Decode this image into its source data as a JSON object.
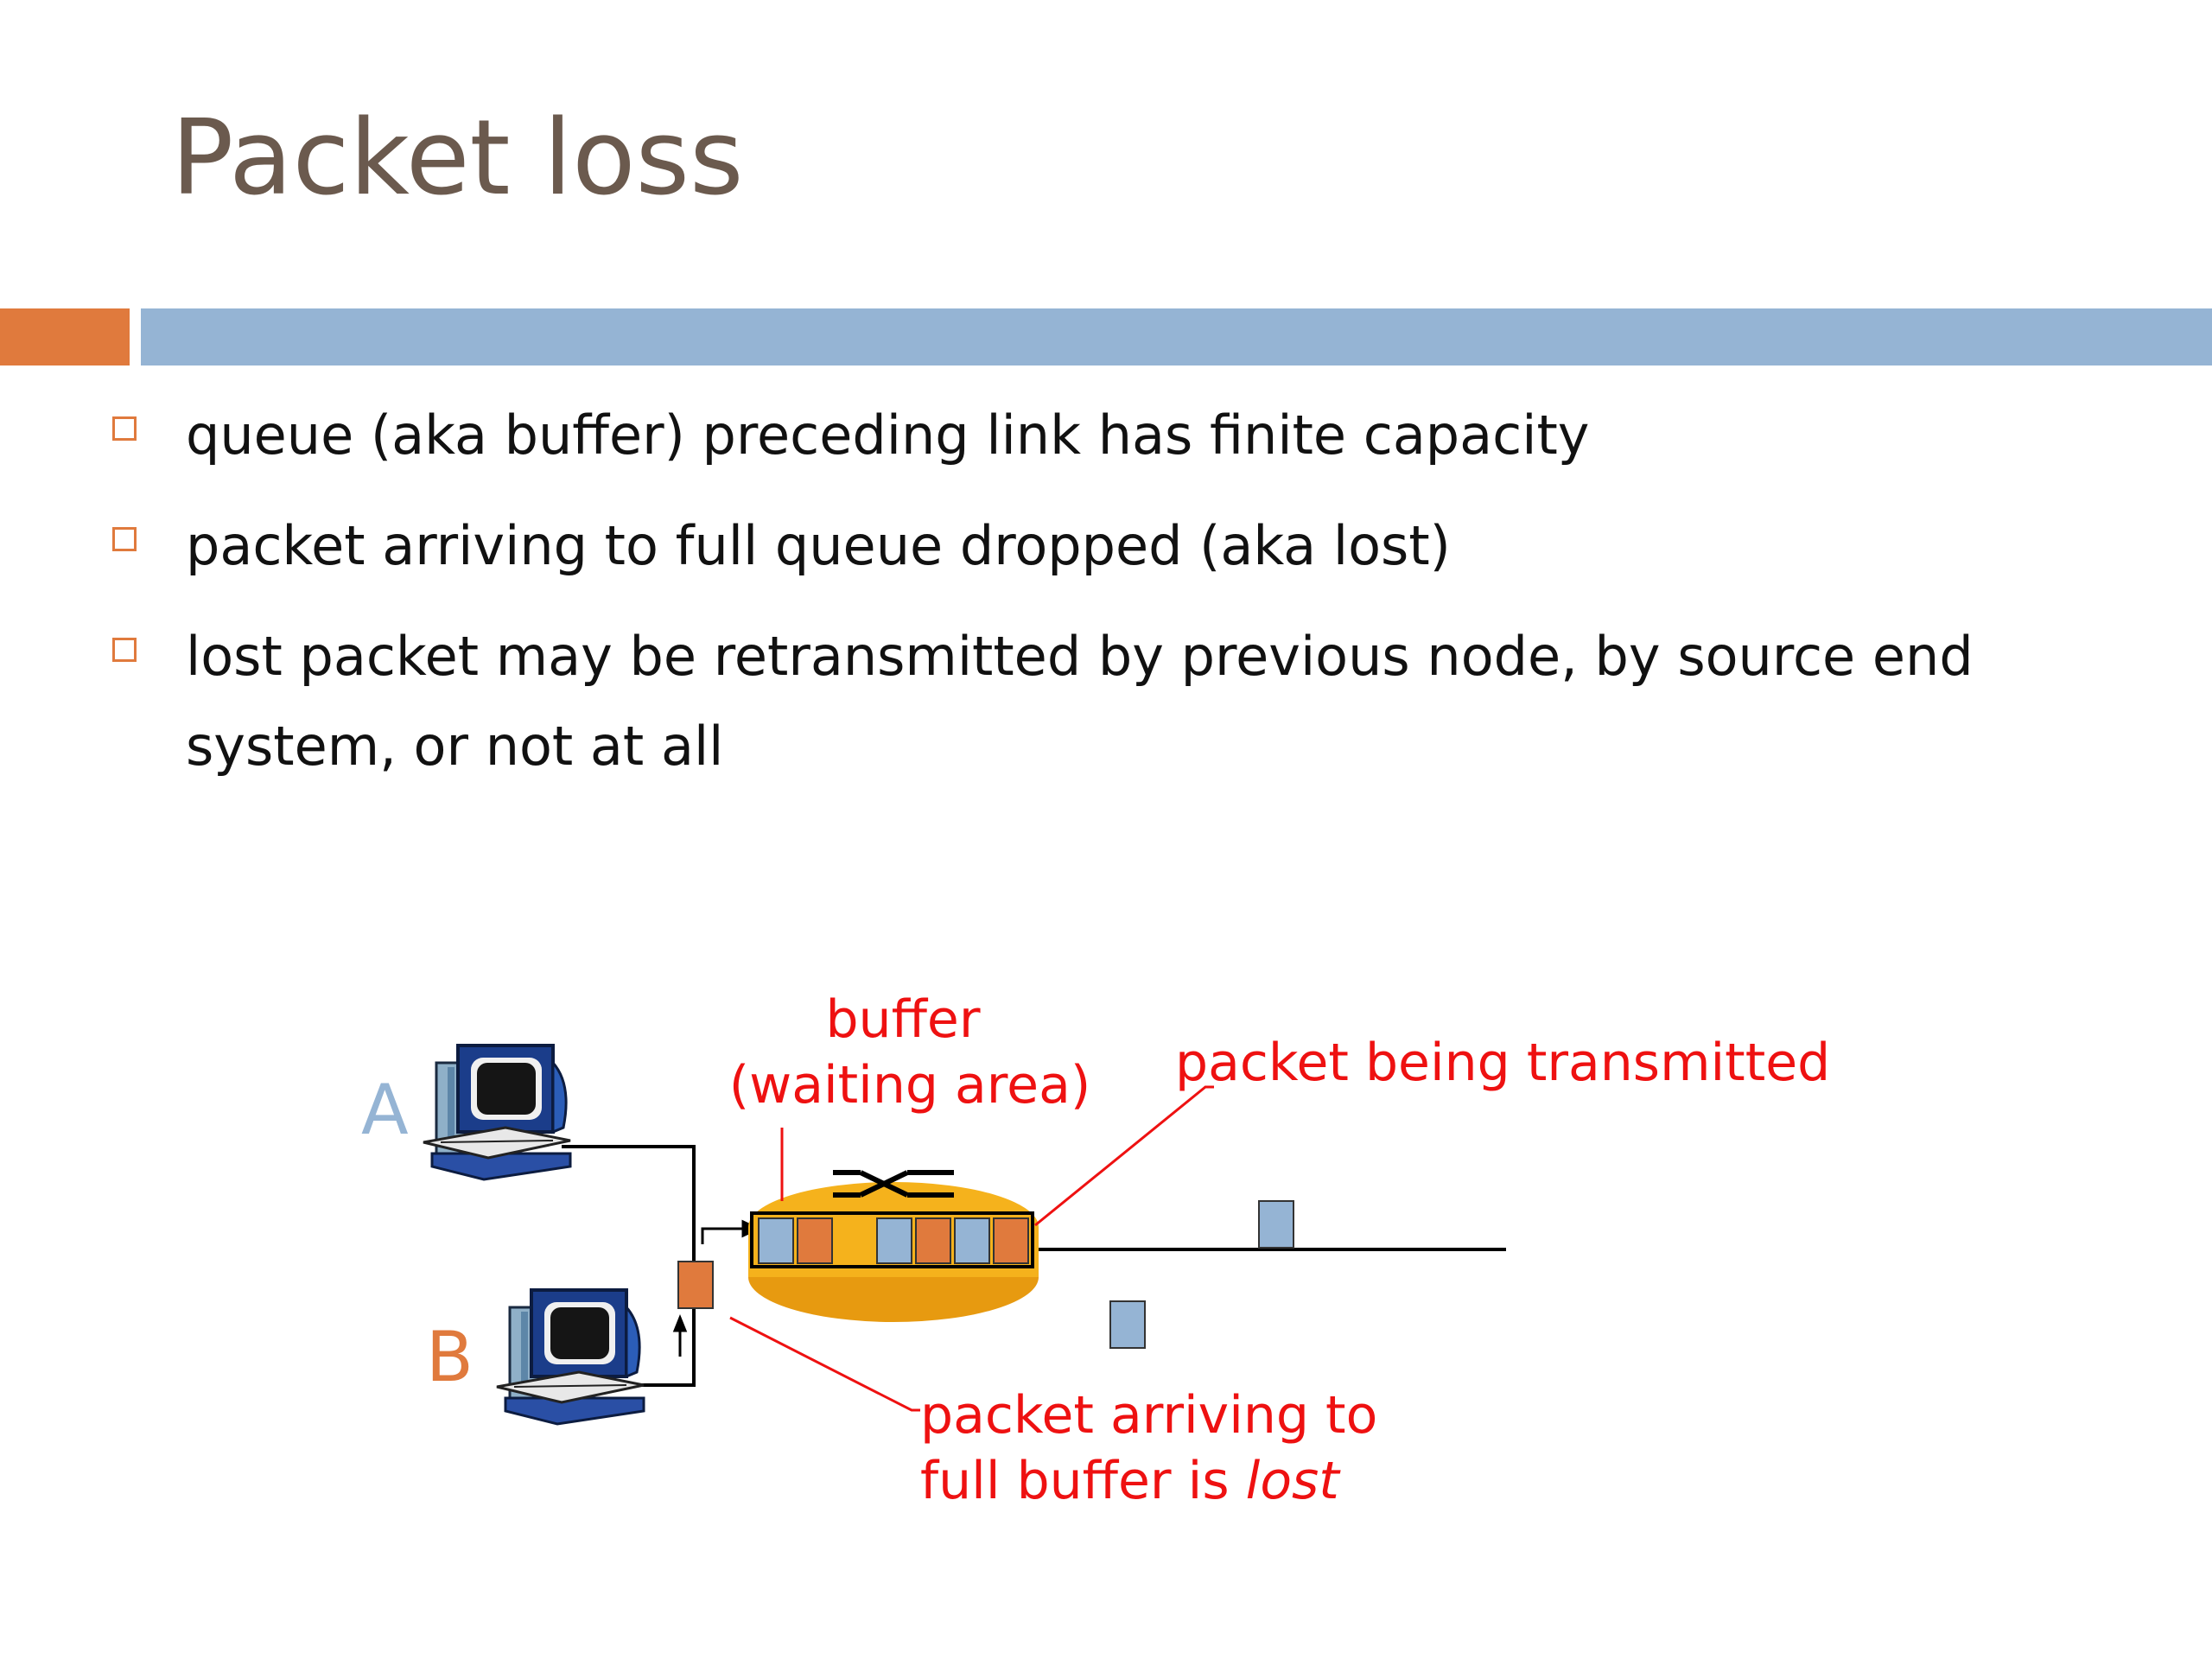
{
  "slide": {
    "title": "Packet loss",
    "bullets": [
      "queue (aka buffer) preceding link has finite capacity",
      "packet arriving to full queue dropped (aka lost)",
      "lost packet may be retransmitted by previous node, by source end system, or not at all"
    ]
  },
  "diagram": {
    "host_a_label": "A",
    "host_b_label": "B",
    "buffer_label_line1": "buffer",
    "buffer_label_line2": "(waiting area)",
    "transmitting_label": "packet being transmitted",
    "lost_label_line1": "packet arriving to",
    "lost_label_line2_prefix": "full buffer is ",
    "lost_label_line2_emphasis": "lost"
  },
  "colors": {
    "title_text": "#6b5a4e",
    "accent_orange": "#e07a3d",
    "accent_blue": "#95b4d4",
    "router_fill": "#f5b21c",
    "packet_blue": "#95b4d4",
    "packet_orange": "#e07a3d",
    "label_red": "#ee1111",
    "label_a": "#95b4d4",
    "label_b": "#e07a3d"
  },
  "icons": [
    "checkbox-bullet-icon",
    "desktop-computer-icon",
    "router-icon",
    "packet-icon"
  ]
}
